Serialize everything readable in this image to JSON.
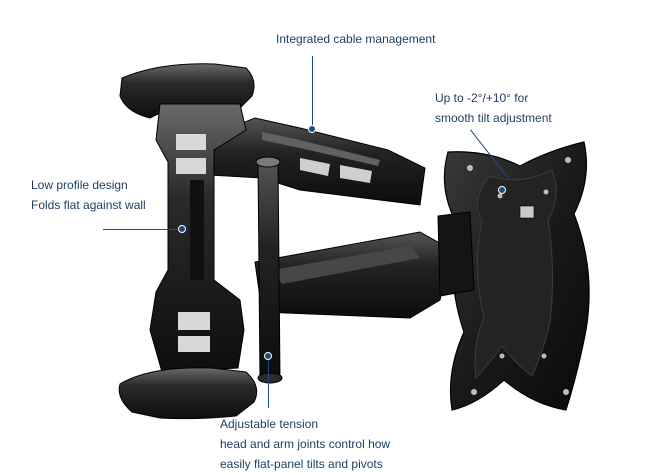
{
  "callouts": {
    "cable": {
      "line1": "Integrated cable management"
    },
    "tilt": {
      "line1": "Up to  -2°/+10° for",
      "line2": "smooth tilt adjustment"
    },
    "profile": {
      "line1": "Low profile design",
      "line2": "Folds flat against wall"
    },
    "tension": {
      "line1": "Adjustable tension",
      "line2": "head and arm joints control how",
      "line3": "easily flat-panel tilts and pivots"
    }
  },
  "colors": {
    "label_text": "#1f3f66",
    "leader_line": "#1f4a86",
    "mount_body": "#1c1c1c",
    "mount_highlight": "#5a5a5a",
    "background": "#ffffff"
  }
}
